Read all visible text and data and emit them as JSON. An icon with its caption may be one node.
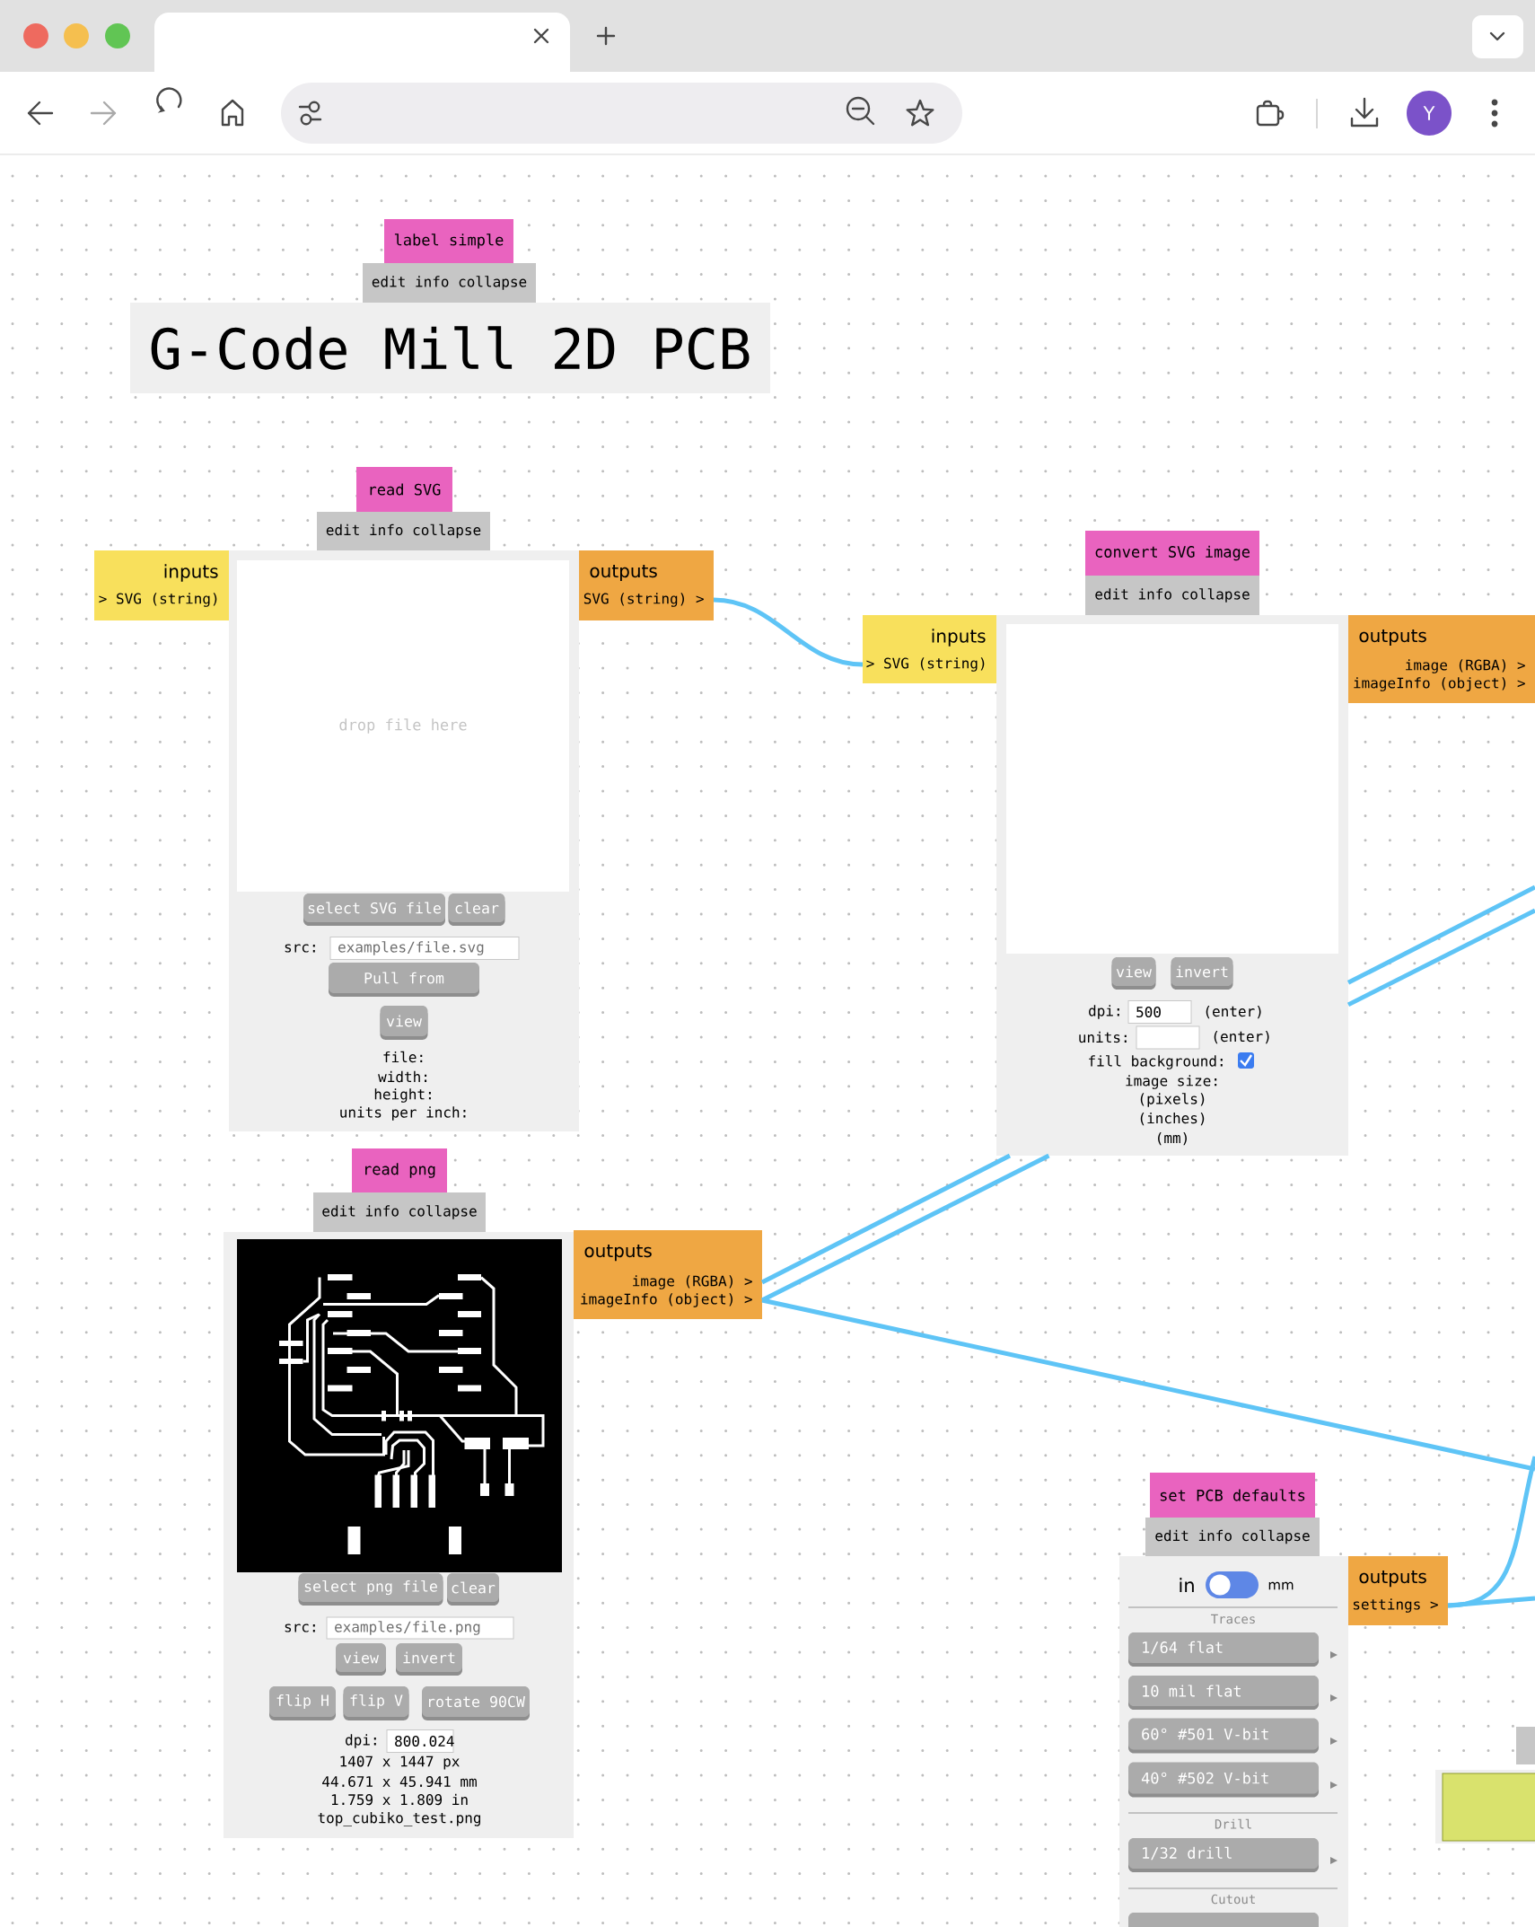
{
  "diagram": {
    "nodes": [
      {
        "text": [
          "label simple"
        ]
      },
      {
        "text": [
          "edit info collapse"
        ]
      },
      {
        "text": [
          "G-Code Mill 2D PCB"
        ]
      },
      {
        "text": [
          "read SVG"
        ]
      },
      {
        "text": [
          "edit info collapse"
        ]
      },
      {
        "text": [
          "inputs",
          "> SVG (string)"
        ]
      },
      {
        "text": [
          "drop file here",
          "select SVG file",
          "clear",
          "src:",
          "examples/file.svg",
          "Pull from",
          "view",
          "file:",
          "width:",
          "height:",
          "units per inch:"
        ]
      },
      {
        "text": [
          "outputs",
          "SVG (string) >"
        ]
      },
      {
        "text": [
          "convert SVG image"
        ]
      },
      {
        "text": [
          "edit info collapse"
        ]
      },
      {
        "text": [
          "inputs",
          "> SVG (string)"
        ]
      },
      {
        "text": [
          "view",
          "invert",
          "dpi:",
          "500",
          "(enter)",
          "units:",
          "(enter)",
          "fill background:",
          "image size:",
          "(pixels)",
          "(inches)",
          "(mm)"
        ]
      },
      {
        "text": [
          "outputs",
          "image (RGBA) >",
          "imageInfo (object) >"
        ]
      },
      {
        "text": [
          "read png"
        ]
      },
      {
        "text": [
          "edit info collapse"
        ]
      },
      {
        "text": [
          "select png file",
          "clear",
          "src:",
          "examples/file.png",
          "view",
          "invert",
          "flip H",
          "flip V",
          "rotate 90CW",
          "dpi:",
          "800.024",
          "1407 x 1447 px",
          "44.671 x 45.941 mm",
          "1.759 x 1.809 in",
          "top_cubiko_test.png"
        ]
      },
      {
        "text": [
          "outputs",
          "image (RGBA) >",
          "imageInfo (object) >"
        ]
      },
      {
        "text": [
          "set PCB defaults"
        ]
      },
      {
        "text": [
          "edit info collapse"
        ]
      },
      {
        "text": [
          "in",
          "mm",
          "Traces",
          "1/64 flat",
          "10 mil flat",
          "60° #501 V-bit",
          "40° #502 V-bit",
          "Drill",
          "1/32 drill",
          "Cutout"
        ]
      },
      {
        "text": [
          "outputs",
          "settings >"
        ]
      }
    ],
    "edges": [
      {
        "from": 7,
        "to": 10,
        "arrow": "none"
      },
      {
        "from": 16,
        "to": null,
        "arrow": "none"
      },
      {
        "from": 16,
        "to": null,
        "arrow": "none"
      },
      {
        "from": 16,
        "to": null,
        "arrow": "none"
      },
      {
        "from": 20,
        "to": null,
        "arrow": "none"
      },
      {
        "from": 20,
        "to": null,
        "arrow": "none"
      }
    ],
    "labels": [
      "Y"
    ]
  }
}
